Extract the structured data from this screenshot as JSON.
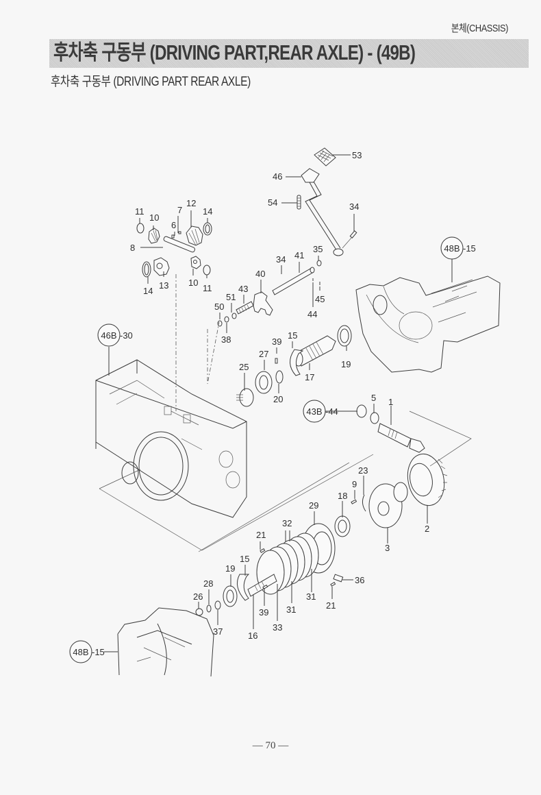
{
  "header": {
    "section": "본체(CHASSIS)",
    "title": "후차축 구동부  (DRIVING PART,REAR AXLE) - (49B)",
    "subtitle": "후차축 구동부 (DRIVING PART REAR AXLE)"
  },
  "footer": {
    "page_number": "— 70 —"
  },
  "colors": {
    "title_banner": "#d0d0d0",
    "line_art": "#3b3b3b",
    "paper": "#f7f7f7"
  },
  "references": [
    {
      "id": "ref-48b-15-top",
      "circle": "48B",
      "suffix": "-15"
    },
    {
      "id": "ref-46b-30",
      "circle": "46B",
      "suffix": "-30"
    },
    {
      "id": "ref-43b-44",
      "circle": "43B",
      "suffix": "-44"
    },
    {
      "id": "ref-48b-15-bottom",
      "circle": "48B",
      "suffix": "-15"
    }
  ],
  "callouts": [
    {
      "id": "c53",
      "label": "53"
    },
    {
      "id": "c46",
      "label": "46"
    },
    {
      "id": "c54",
      "label": "54"
    },
    {
      "id": "c34a",
      "label": "34"
    },
    {
      "id": "c11a",
      "label": "11"
    },
    {
      "id": "c10a",
      "label": "10"
    },
    {
      "id": "c7",
      "label": "7"
    },
    {
      "id": "c12",
      "label": "12"
    },
    {
      "id": "c14a",
      "label": "14"
    },
    {
      "id": "c6",
      "label": "6"
    },
    {
      "id": "c8",
      "label": "8"
    },
    {
      "id": "c14b",
      "label": "14"
    },
    {
      "id": "c13",
      "label": "13"
    },
    {
      "id": "c10b",
      "label": "10"
    },
    {
      "id": "c11b",
      "label": "11"
    },
    {
      "id": "c35",
      "label": "35"
    },
    {
      "id": "c34b",
      "label": "34"
    },
    {
      "id": "c41",
      "label": "41"
    },
    {
      "id": "c40",
      "label": "40"
    },
    {
      "id": "c43",
      "label": "43"
    },
    {
      "id": "c51",
      "label": "51"
    },
    {
      "id": "c50",
      "label": "50"
    },
    {
      "id": "c38",
      "label": "38"
    },
    {
      "id": "c45",
      "label": "45"
    },
    {
      "id": "c44",
      "label": "44"
    },
    {
      "id": "c39a",
      "label": "39"
    },
    {
      "id": "c15a",
      "label": "15"
    },
    {
      "id": "c27",
      "label": "27"
    },
    {
      "id": "c25",
      "label": "25"
    },
    {
      "id": "c20",
      "label": "20"
    },
    {
      "id": "c17",
      "label": "17"
    },
    {
      "id": "c19a",
      "label": "19"
    },
    {
      "id": "c5",
      "label": "5"
    },
    {
      "id": "c1",
      "label": "1"
    },
    {
      "id": "c23",
      "label": "23"
    },
    {
      "id": "c9",
      "label": "9"
    },
    {
      "id": "c18",
      "label": "18"
    },
    {
      "id": "c29",
      "label": "29"
    },
    {
      "id": "c2",
      "label": "2"
    },
    {
      "id": "c3",
      "label": "3"
    },
    {
      "id": "c32",
      "label": "32"
    },
    {
      "id": "c21a",
      "label": "21"
    },
    {
      "id": "c15b",
      "label": "15"
    },
    {
      "id": "c19b",
      "label": "19"
    },
    {
      "id": "c28",
      "label": "28"
    },
    {
      "id": "c26",
      "label": "26"
    },
    {
      "id": "c37",
      "label": "37"
    },
    {
      "id": "c16",
      "label": "16"
    },
    {
      "id": "c39b",
      "label": "39"
    },
    {
      "id": "c33",
      "label": "33"
    },
    {
      "id": "c31a",
      "label": "31"
    },
    {
      "id": "c31b",
      "label": "31"
    },
    {
      "id": "c36",
      "label": "36"
    },
    {
      "id": "c21b",
      "label": "21"
    }
  ]
}
